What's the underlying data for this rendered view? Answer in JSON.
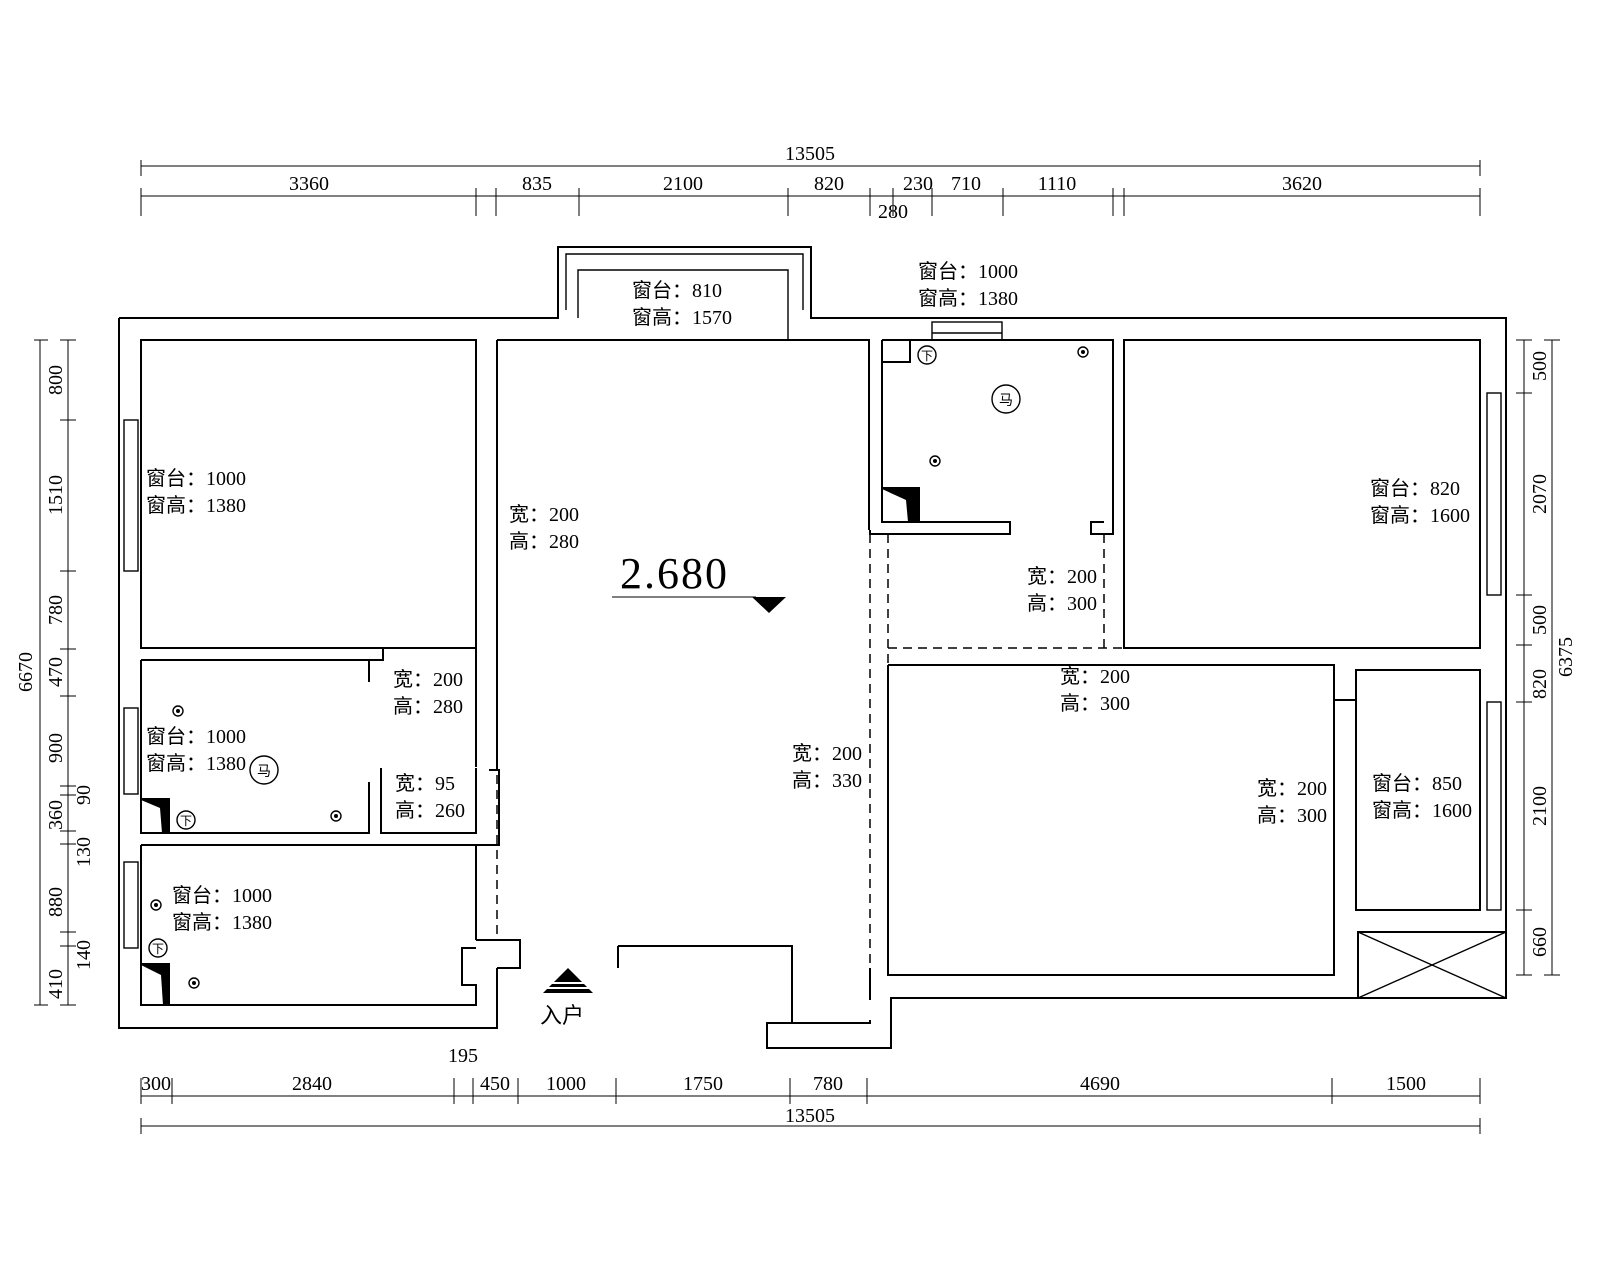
{
  "dims": {
    "top_total": "13505",
    "top": [
      "3360",
      "835",
      "2100",
      "820",
      "230",
      "710",
      "1110",
      "3620",
      "280"
    ],
    "bottom": [
      "300",
      "2840",
      "195",
      "450",
      "1000",
      "1750",
      "780",
      "4690",
      "1500"
    ],
    "bottom_total": "13505",
    "left_total": "6670",
    "left": [
      "800",
      "1510",
      "780",
      "470",
      "900",
      "90",
      "360",
      "130",
      "880",
      "140",
      "410"
    ],
    "right_total": "6375",
    "right": [
      "500",
      "2070",
      "500",
      "820",
      "2100",
      "660"
    ]
  },
  "window_labels": [
    {
      "sill": "窗台：810",
      "height": "窗高：1570"
    },
    {
      "sill": "窗台：1000",
      "height": "窗高：1380"
    },
    {
      "sill": "窗台：1000",
      "height": "窗高：1380"
    },
    {
      "sill": "窗台：820",
      "height": "窗高：1600"
    },
    {
      "sill": "窗台：1000",
      "height": "窗高：1380"
    },
    {
      "sill": "窗台：850",
      "height": "窗高：1600"
    },
    {
      "sill": "窗台：1000",
      "height": "窗高：1380"
    }
  ],
  "door_labels": [
    {
      "w": "宽：200",
      "h": "高：280"
    },
    {
      "w": "宽：200",
      "h": "高：300"
    },
    {
      "w": "宽：200",
      "h": "高：280"
    },
    {
      "w": "宽：200",
      "h": "高：300"
    },
    {
      "w": "宽：200",
      "h": "高：330"
    },
    {
      "w": "宽：95",
      "h": "高：260"
    },
    {
      "w": "宽：200",
      "h": "高：300"
    }
  ],
  "ceiling_height": "2.680",
  "entrance": "入户",
  "symbols": {
    "drain": "下",
    "toilet": "马"
  }
}
